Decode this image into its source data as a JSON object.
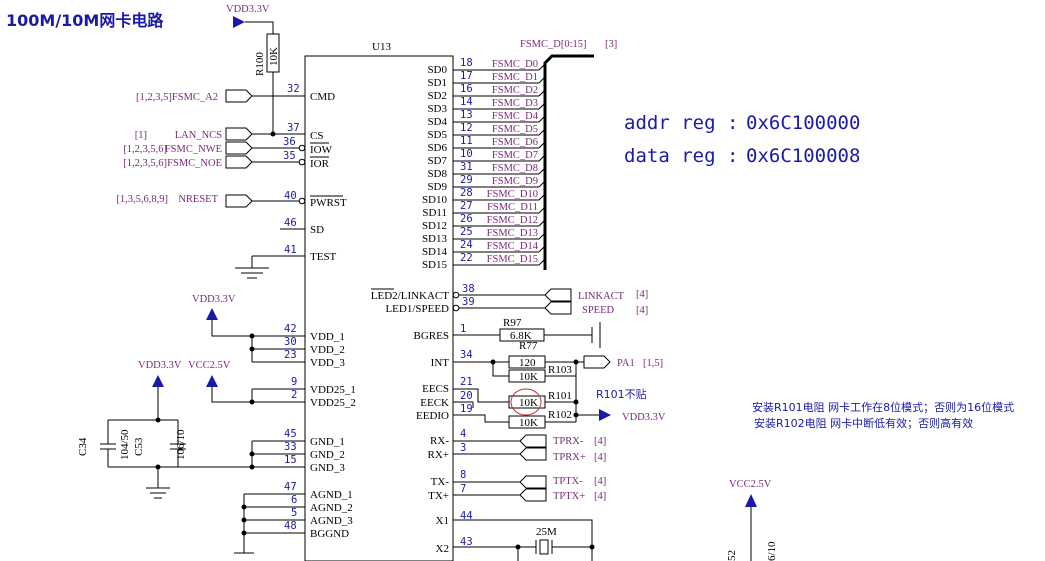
{
  "title": "100M/10M网卡电路",
  "chip_ref": "U13",
  "bus_label": "FSMC_D[0:15]",
  "bus_ref": "[3]",
  "sd_pins": [
    {
      "num": "18",
      "name": "SD0",
      "net": "FSMC_D0"
    },
    {
      "num": "17",
      "name": "SD1",
      "net": "FSMC_D1"
    },
    {
      "num": "16",
      "name": "SD2",
      "net": "FSMC_D2"
    },
    {
      "num": "14",
      "name": "SD3",
      "net": "FSMC_D3"
    },
    {
      "num": "13",
      "name": "SD4",
      "net": "FSMC_D4"
    },
    {
      "num": "12",
      "name": "SD5",
      "net": "FSMC_D5"
    },
    {
      "num": "11",
      "name": "SD6",
      "net": "FSMC_D6"
    },
    {
      "num": "10",
      "name": "SD7",
      "net": "FSMC_D7"
    },
    {
      "num": "31",
      "name": "SD8",
      "net": "FSMC_D8"
    },
    {
      "num": "29",
      "name": "SD9",
      "net": "FSMC_D9"
    },
    {
      "num": "28",
      "name": "SD10",
      "net": "FSMC_D10"
    },
    {
      "num": "27",
      "name": "SD11",
      "net": "FSMC_D11"
    },
    {
      "num": "26",
      "name": "SD12",
      "net": "FSMC_D12"
    },
    {
      "num": "25",
      "name": "SD13",
      "net": "FSMC_D13"
    },
    {
      "num": "24",
      "name": "SD14",
      "net": "FSMC_D14"
    },
    {
      "num": "22",
      "name": "SD15",
      "net": "FSMC_D15"
    }
  ],
  "left_pins": {
    "cmd": {
      "num": "32",
      "name": "CMD"
    },
    "cs": {
      "num": "37",
      "name": "CS"
    },
    "iow": {
      "num": "36",
      "name": "IOW"
    },
    "ior": {
      "num": "35",
      "name": "IOR"
    },
    "pwrst": {
      "num": "40",
      "name": "PWRST"
    },
    "sd": {
      "num": "46",
      "name": "SD"
    },
    "test": {
      "num": "41",
      "name": "TEST"
    },
    "vdd1": {
      "num": "42",
      "name": "VDD_1"
    },
    "vdd2": {
      "num": "30",
      "name": "VDD_2"
    },
    "vdd3": {
      "num": "23",
      "name": "VDD_3"
    },
    "vdd25_1": {
      "num": "9",
      "name": "VDD25_1"
    },
    "vdd25_2": {
      "num": "2",
      "name": "VDD25_2"
    },
    "gnd1": {
      "num": "45",
      "name": "GND_1"
    },
    "gnd2": {
      "num": "33",
      "name": "GND_2"
    },
    "gnd3": {
      "num": "15",
      "name": "GND_3"
    },
    "agnd1": {
      "num": "47",
      "name": "AGND_1"
    },
    "agnd2": {
      "num": "6",
      "name": "AGND_2"
    },
    "agnd3": {
      "num": "5",
      "name": "AGND_3"
    },
    "bggnd": {
      "num": "48",
      "name": "BGGND"
    }
  },
  "right_pins": {
    "led2": {
      "num": "38",
      "name": "LED2/LINKACT"
    },
    "led1": {
      "num": "39",
      "name": "LED1/SPEED"
    },
    "bgres": {
      "num": "1",
      "name": "BGRES"
    },
    "int": {
      "num": "34",
      "name": "INT"
    },
    "eecs": {
      "num": "21",
      "name": "EECS"
    },
    "eeck": {
      "num": "20",
      "name": "EECK"
    },
    "eedio": {
      "num": "19",
      "name": "EEDIO"
    },
    "rxm": {
      "num": "4",
      "name": "RX-"
    },
    "rxp": {
      "num": "3",
      "name": "RX+"
    },
    "txm": {
      "num": "8",
      "name": "TX-"
    },
    "txp": {
      "num": "7",
      "name": "TX+"
    },
    "x1": {
      "num": "44",
      "name": "X1"
    },
    "x2": {
      "num": "43",
      "name": "X2"
    }
  },
  "left_ports": {
    "a2": {
      "prefix": "[1,2,3,5]",
      "net": "FSMC_A2"
    },
    "ncs": {
      "prefix": "[1]",
      "net": "LAN_NCS"
    },
    "nwe": {
      "prefix": "[1,2,3,5,6]",
      "net": "FSMC_NWE"
    },
    "noe": {
      "prefix": "[1,2,3,5,6]",
      "net": "FSMC_NOE"
    },
    "nreset": {
      "prefix": "[1,3,5,6,8,9]",
      "net": "NRESET"
    }
  },
  "right_ports": {
    "linkact": {
      "net": "LINKACT",
      "ref": "[4]"
    },
    "speed": {
      "net": "SPEED",
      "ref": "[4]"
    },
    "pa1": {
      "net": "PA1",
      "ref": "[1,5]"
    },
    "tprxm": {
      "net": "TPRX-",
      "ref": "[4]"
    },
    "tprxp": {
      "net": "TPRX+",
      "ref": "[4]"
    },
    "tptxm": {
      "net": "TPTX-",
      "ref": "[4]"
    },
    "tptxp": {
      "net": "TPTX+",
      "ref": "[4]"
    }
  },
  "power": {
    "vdd_top": "VDD3.3V",
    "vdd_mid": "VDD3.3V",
    "vdd_cap": "VDD3.3V",
    "vcc_mid": "VCC2.5V",
    "vdd_r102": "VDD3.3V",
    "vcc_right": "VCC2.5V"
  },
  "resistors": {
    "r100": {
      "ref": "R100",
      "value": "10K"
    },
    "r97": {
      "ref": "R97",
      "value": "6.8K"
    },
    "r77": {
      "ref": "R77",
      "value": "120"
    },
    "r103": {
      "ref": "R103",
      "value": "10K"
    },
    "r101": {
      "ref": "R101",
      "value": "10K"
    },
    "r102": {
      "ref": "R102",
      "value": "10K"
    }
  },
  "caps": {
    "c34": {
      "ref": "C34",
      "value": "104/50"
    },
    "c53": {
      "ref": "C53",
      "value": "106/10"
    }
  },
  "crystal": "25M",
  "r101_note": "R101不贴",
  "reg_addr": {
    "label": "addr reg :",
    "value": "0x6C100000"
  },
  "reg_data": {
    "label": "data reg :",
    "value": "0x6C100008"
  },
  "notes": [
    "安装R101电阻  网卡工作在8位模式；否则为16位模式",
    "安装R102电阻   网卡中断低有效；否则高有效"
  ],
  "bottom_right": {
    "num": "52",
    "value": "6/10"
  }
}
